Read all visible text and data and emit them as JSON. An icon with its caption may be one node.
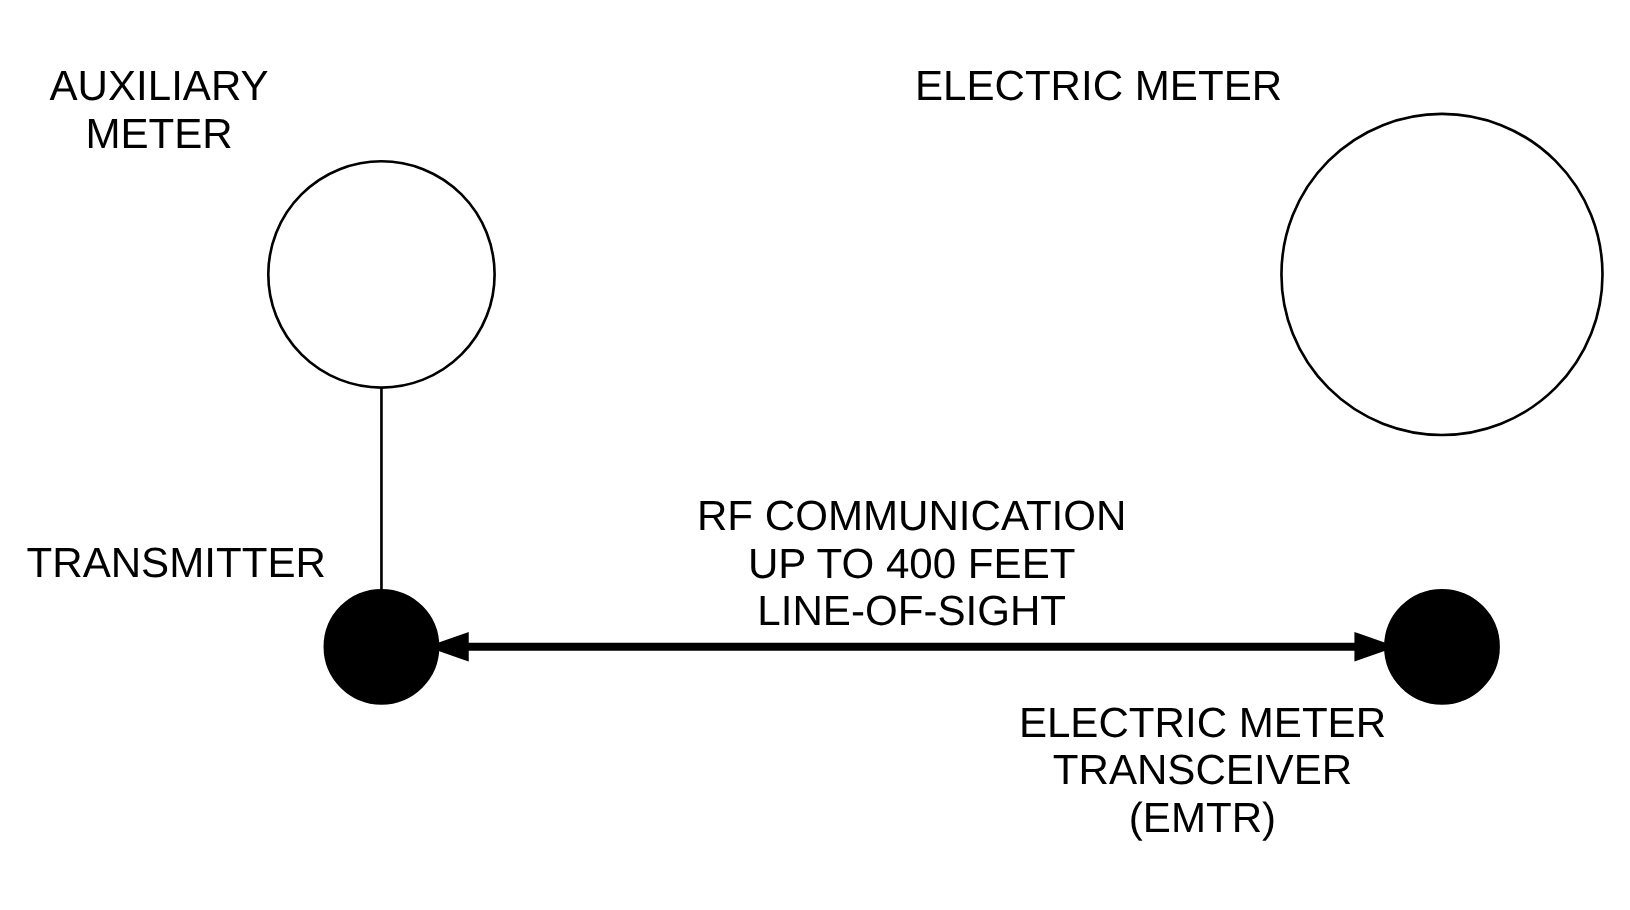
{
  "diagram": {
    "nodes": [
      {
        "text": [
          "AUXILIARY METER"
        ]
      },
      {
        "text": [
          "TRANSMITTER"
        ]
      },
      {
        "text": [
          "ELECTRIC METER"
        ]
      },
      {
        "text": [
          "ELECTRIC METER TRANSCEIVER (EMTR)"
        ]
      }
    ],
    "edges": [
      {
        "from": 0,
        "to": 1,
        "arrow": "none"
      },
      {
        "from": 1,
        "to": 3,
        "arrow": "both",
        "label": "RF COMMUNICATION UP TO 400 FEET LINE-OF-SIGHT",
        "style": "thick"
      }
    ]
  }
}
